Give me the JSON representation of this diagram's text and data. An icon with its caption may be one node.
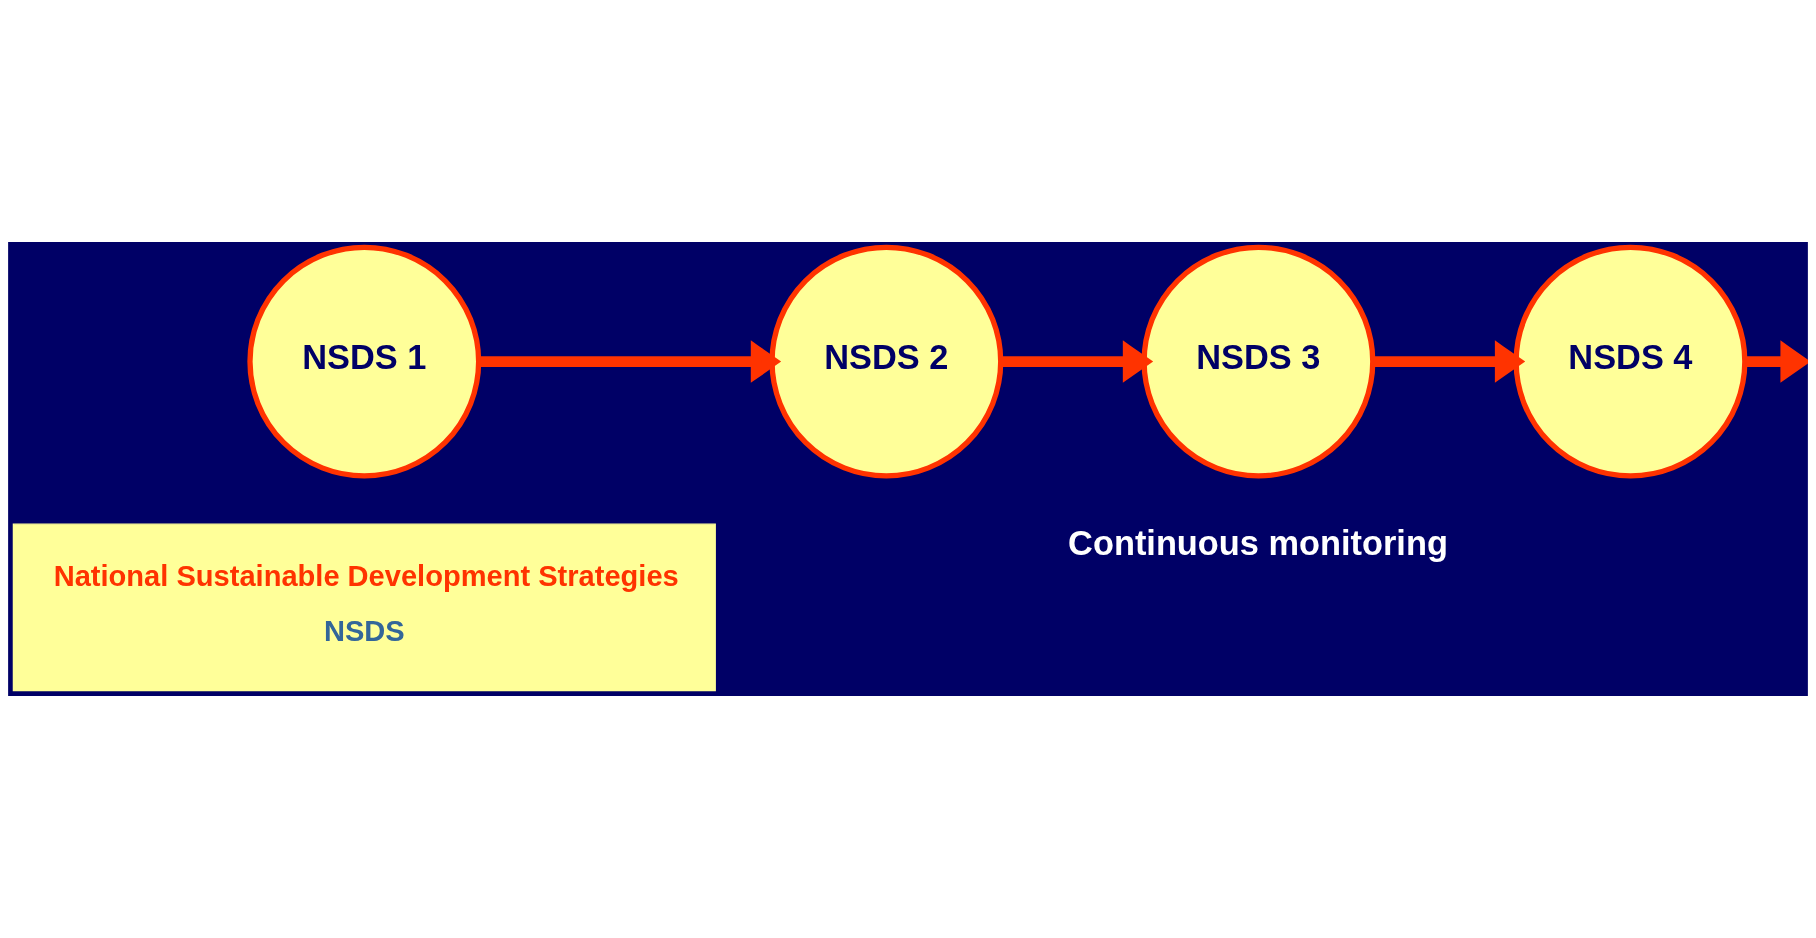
{
  "diagram": {
    "nodes": [
      {
        "text": [
          "NSDS 1"
        ]
      },
      {
        "text": [
          "NSDS 2"
        ]
      },
      {
        "text": [
          "NSDS 3"
        ]
      },
      {
        "text": [
          "NSDS 4"
        ]
      },
      {
        "text": [
          "National Sustainable Development Strategies",
          "NSDS"
        ]
      }
    ],
    "edges": [
      {
        "from": 0,
        "to": 1,
        "arrow": "to"
      },
      {
        "from": 1,
        "to": 2,
        "arrow": "to"
      },
      {
        "from": 2,
        "to": 3,
        "arrow": "to"
      },
      {
        "from": 3,
        "to": null,
        "arrow": "to"
      }
    ],
    "labels": [
      "Continuous monitoring"
    ]
  }
}
